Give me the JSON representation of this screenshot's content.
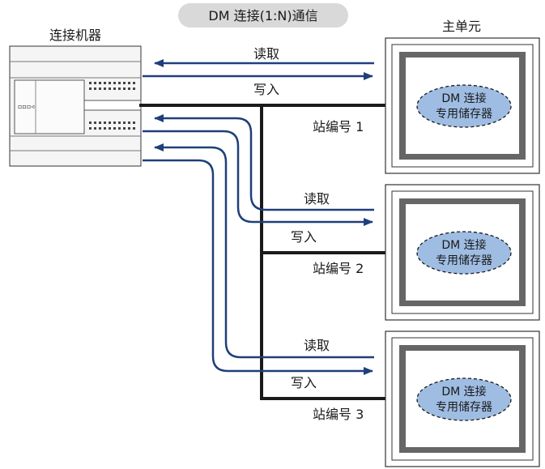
{
  "title": "DM 连接(1:N)通信",
  "device_label": "连接机器",
  "master_label": "主单元",
  "colors": {
    "arrow": "#1f3f7a",
    "bus": "#1a1a1a",
    "memory_fill": "#9fbde3",
    "title_pill": "#d9d9d9",
    "device_body": "#f5f5f5"
  },
  "units": [
    {
      "station_label": "站编号 1",
      "read_label": "读取",
      "write_label": "写入",
      "memory_line1": "DM 连接",
      "memory_line2": "专用储存器"
    },
    {
      "station_label": "站编号 2",
      "read_label": "读取",
      "write_label": "写入",
      "memory_line1": "DM 连接",
      "memory_line2": "专用储存器"
    },
    {
      "station_label": "站编号 3",
      "read_label": "读取",
      "write_label": "写入",
      "memory_line1": "DM 连接",
      "memory_line2": "专用储存器"
    }
  ]
}
